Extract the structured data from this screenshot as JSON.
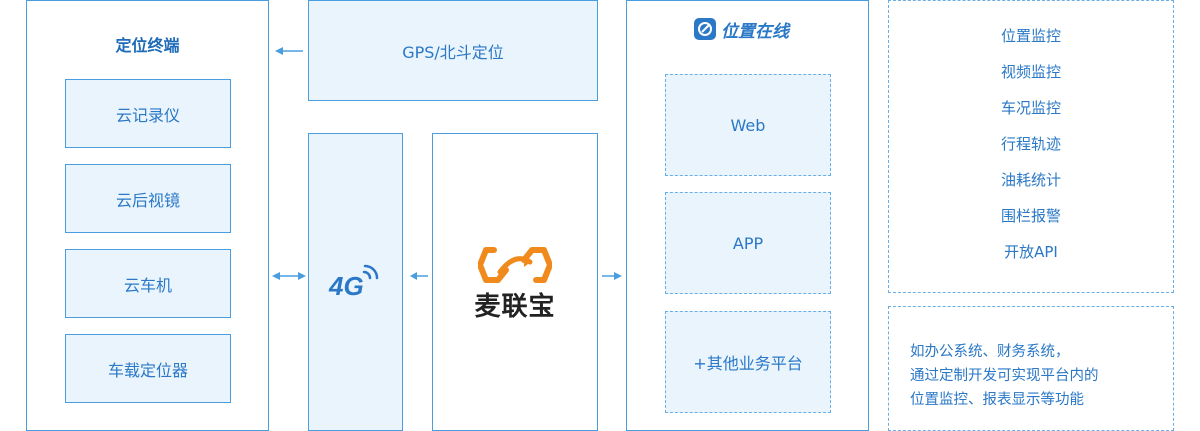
{
  "terminal": {
    "title": "定位终端",
    "items": [
      "云记录仪",
      "云后视镜",
      "云车机",
      "车载定位器"
    ]
  },
  "gps": {
    "label": "GPS/北斗定位"
  },
  "network": {
    "label": "4G"
  },
  "platform": {
    "name": "麦联宝"
  },
  "online": {
    "logo_text": "位置在线",
    "items": [
      "Web",
      "APP",
      "+其他业务平台"
    ]
  },
  "features": {
    "items": [
      "位置监控",
      "视频监控",
      "车况监控",
      "行程轨迹",
      "油耗统计",
      "围栏报警",
      "开放API"
    ]
  },
  "note": {
    "lines": [
      "如办公系统、财务系统，",
      "通过定制开发可实现平台内的",
      "位置监控、报表显示等功能"
    ]
  },
  "colors": {
    "primary": "#2a78c6",
    "border": "#4a9ee0",
    "fill": "#eaf4fd",
    "logo_orange": "#f08a1c"
  }
}
